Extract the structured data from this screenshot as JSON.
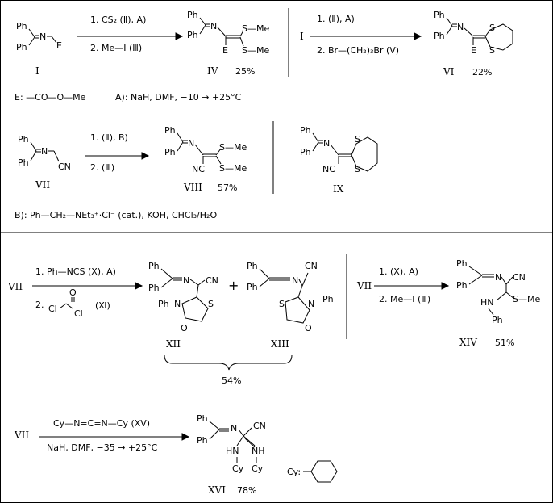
{
  "compounds": {
    "I": "I",
    "IV": "IV",
    "VI": "VI",
    "VII": "VII",
    "VIII": "VIII",
    "IX": "IX",
    "XII": "XII",
    "XIII": "XIII",
    "XIV": "XIV",
    "XVI": "XVI"
  },
  "yields": {
    "IV": "25%",
    "VI": "22%",
    "VIII": "57%",
    "XII_XIII": "54%",
    "XIV": "51%",
    "XVI": "78%"
  },
  "atoms": {
    "Ph": "Ph",
    "N": "N",
    "E": "E",
    "S": "S",
    "SMe": "S—Me",
    "CN": "CN",
    "NC": "NC",
    "O": "O",
    "HN": "HN",
    "NH": "NH",
    "Cy": "Cy",
    "plus": "+",
    "cy_key": "Cy:"
  },
  "reactions": {
    "r1": {
      "step1": "1.  CS₂  (Ⅱ),  A)",
      "step2": "2.  Me—I  (Ⅲ)"
    },
    "r2": {
      "start": "I",
      "step1": "1. (Ⅱ),  A)",
      "step2": "2.  Br—(CH₂)₃Br  (Ⅴ)"
    },
    "r3": {
      "step1": "1.  (Ⅱ),  B)",
      "step2": "2.  (Ⅲ)"
    },
    "r4": {
      "start": "VII",
      "step1": "1. Ph—NCS  (Ⅹ),  A)",
      "step2": "2.",
      "reagent": "(Ⅺ)"
    },
    "r5": {
      "start": "VII",
      "step1": "1. (Ⅹ),  A)",
      "step2": "2.  Me—I  (Ⅲ)"
    },
    "r6": {
      "start": "VII",
      "reagent": "Cy—N=C=N—Cy    (XV)",
      "cond": "NaH,   DMF,   −35 → +25°C"
    }
  },
  "notes": {
    "E": "E:  —CO—O—Me",
    "A": "A):   NaH,   DMF,    −10 → +25°C",
    "B": "B):  Ph—CH₂—NEt₃⁺·Cl⁻  (cat.),  KOH,    CHCl₃/H₂O"
  }
}
